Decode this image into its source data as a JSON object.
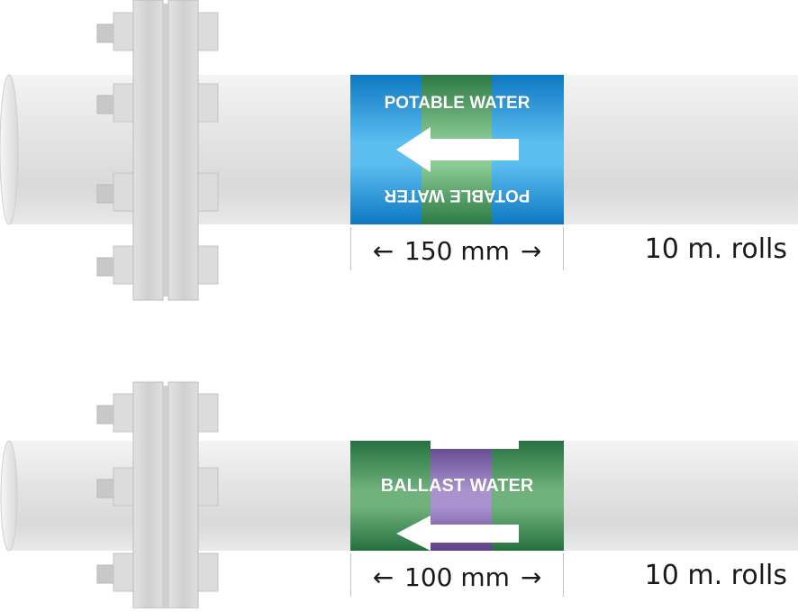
{
  "colors": {
    "pipe": "#e4e4e4",
    "potable_blue": "#1b8fd6",
    "potable_green": "#2f8a52",
    "ballast_green": "#2f8248",
    "ballast_purple": "#7f63a8"
  },
  "markers": [
    {
      "label_top": "POTABLE WATER",
      "label_bottom": "POTABLE WATER",
      "width_text": "150 mm",
      "arrow_left": "←",
      "arrow_right": "→",
      "rolls_text": "10 m. rolls"
    },
    {
      "label_top": "BALLAST WATER",
      "width_text": "100 mm",
      "arrow_left": "←",
      "arrow_right": "→",
      "rolls_text": "10 m. rolls"
    }
  ]
}
